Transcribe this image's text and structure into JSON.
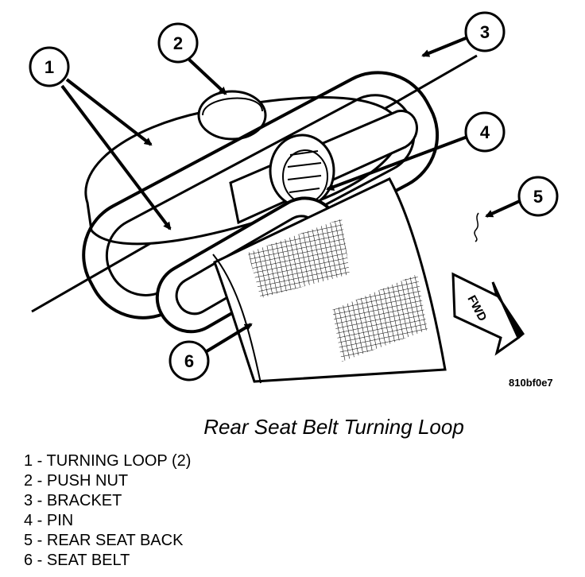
{
  "figure_code": "810bf0e7",
  "caption": "Rear Seat Belt Turning Loop",
  "fwd_label": "FWD",
  "callouts": [
    {
      "number": "1"
    },
    {
      "number": "2"
    },
    {
      "number": "3"
    },
    {
      "number": "4"
    },
    {
      "number": "5"
    },
    {
      "number": "6"
    }
  ],
  "legend": [
    {
      "text": "1 - TURNING LOOP (2)"
    },
    {
      "text": "2 - PUSH NUT"
    },
    {
      "text": "3 - BRACKET"
    },
    {
      "text": "4 - PIN"
    },
    {
      "text": "5 - REAR SEAT BACK"
    },
    {
      "text": "6 - SEAT BELT"
    }
  ]
}
